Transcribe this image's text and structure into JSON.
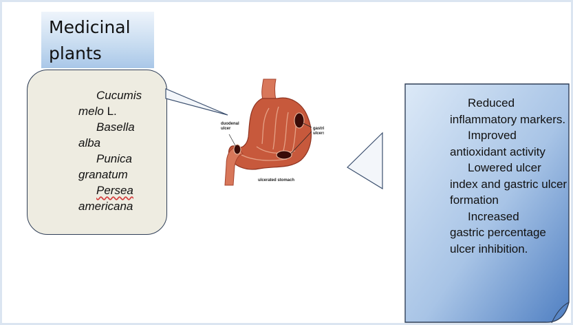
{
  "title": {
    "line1": "Medicinal",
    "line2": "plants"
  },
  "plants": [
    {
      "line1": "Cucumis",
      "line2": "melo",
      "authority": " L."
    },
    {
      "line1": "Basella",
      "line2": "alba",
      "authority": ""
    },
    {
      "line1": "Punica",
      "line2": "granatum",
      "authority": ""
    },
    {
      "line1": "Persea",
      "line2": "americana",
      "authority": ""
    }
  ],
  "image": {
    "label_duodenal_1": "duodenal",
    "label_duodenal_2": "ulcer",
    "label_gastric_1": "gastric",
    "label_gastric_2": "ulcers",
    "caption": "ulcerated stomach"
  },
  "outcomes": [
    {
      "first": "Reduced",
      "rest": "inflammatory markers."
    },
    {
      "first": "Improved",
      "rest": "antioxidant activity"
    },
    {
      "first": "Lowered ulcer",
      "rest": "index and gastric ulcer formation"
    },
    {
      "first": "Increased",
      "rest": "gastric percentage ulcer inhibition."
    }
  ],
  "colors": {
    "frame": "#dbe5f1",
    "title_gradient": [
      "#eef4fb",
      "#a9c7e8"
    ],
    "plants_fill": "#eeece1",
    "outcomes_gradient": [
      "#dce9f7",
      "#4f7fc2"
    ],
    "stomach_tissue": "#c7593c",
    "ulcer": "#3a0c08"
  }
}
